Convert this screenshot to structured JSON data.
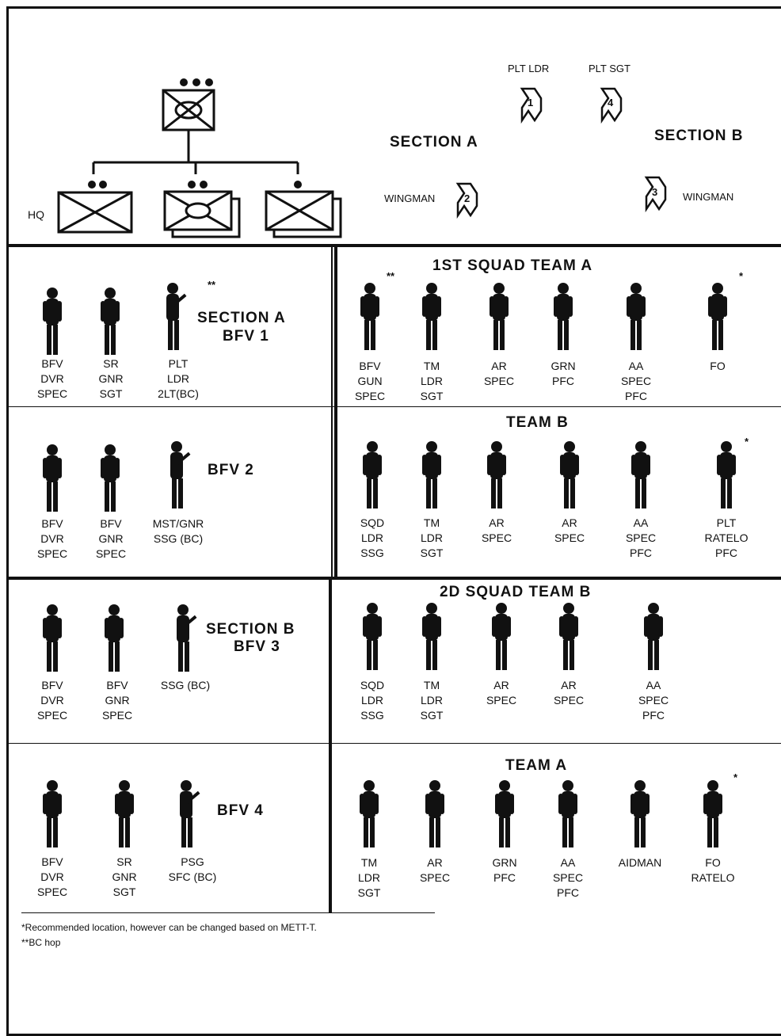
{
  "org": {
    "hq_label": "HQ",
    "plt_ldr": "PLT LDR",
    "plt_sgt": "PLT SGT",
    "section_a": "SECTION A",
    "section_b": "SECTION B",
    "wingman_left": "WINGMAN",
    "wingman_right": "WINGMAN",
    "vehicles": [
      "1",
      "4",
      "2",
      "3"
    ]
  },
  "sections": {
    "bfv1": {
      "title1": "SECTION A",
      "title2": "BFV 1",
      "mark": "**",
      "crew": [
        [
          "BFV",
          "DVR",
          "SPEC"
        ],
        [
          "SR",
          "GNR",
          "SGT"
        ],
        [
          "PLT",
          "LDR",
          "2LT(BC)"
        ]
      ]
    },
    "bfv2": {
      "title": "BFV 2",
      "crew": [
        [
          "BFV",
          "DVR",
          "SPEC"
        ],
        [
          "BFV",
          "GNR",
          "SPEC"
        ],
        [
          "MST/GNR",
          "SSG (BC)"
        ]
      ]
    },
    "bfv3": {
      "title1": "SECTION B",
      "title2": "BFV 3",
      "crew": [
        [
          "BFV",
          "DVR",
          "SPEC"
        ],
        [
          "BFV",
          "GNR",
          "SPEC"
        ],
        [
          "SSG (BC)"
        ]
      ]
    },
    "bfv4": {
      "title": "BFV 4",
      "crew": [
        [
          "BFV",
          "DVR",
          "SPEC"
        ],
        [
          "SR",
          "GNR",
          "SGT"
        ],
        [
          "PSG",
          "SFC (BC)"
        ]
      ]
    }
  },
  "squads": {
    "s1a": {
      "title": "1ST SQUAD   TEAM A",
      "mark_left": "**",
      "mark_right": "*",
      "members": [
        [
          "BFV",
          "GUN",
          "SPEC"
        ],
        [
          "TM",
          "LDR",
          "SGT"
        ],
        [
          "AR",
          "SPEC"
        ],
        [
          "GRN",
          "PFC"
        ],
        [
          "AA",
          "SPEC",
          "PFC"
        ],
        [
          "FO"
        ]
      ]
    },
    "s1b": {
      "title": "TEAM B",
      "mark_right": "*",
      "members": [
        [
          "SQD",
          "LDR",
          "SSG"
        ],
        [
          "TM",
          "LDR",
          "SGT"
        ],
        [
          "AR",
          "SPEC"
        ],
        [
          "AR",
          "SPEC"
        ],
        [
          "AA",
          "SPEC",
          "PFC"
        ],
        [
          "PLT",
          "RATELO",
          "PFC"
        ]
      ]
    },
    "s2b": {
      "title": "2D SQUAD   TEAM B",
      "members": [
        [
          "SQD",
          "LDR",
          "SSG"
        ],
        [
          "TM",
          "LDR",
          "SGT"
        ],
        [
          "AR",
          "SPEC"
        ],
        [
          "AR",
          "SPEC"
        ],
        [
          "AA",
          "SPEC",
          "PFC"
        ]
      ]
    },
    "s2a": {
      "title": "TEAM A",
      "mark_right": "*",
      "members": [
        [
          "TM",
          "LDR",
          "SGT"
        ],
        [
          "AR",
          "SPEC"
        ],
        [
          "GRN",
          "PFC"
        ],
        [
          "AA",
          "SPEC",
          "PFC"
        ],
        [
          "AIDMAN"
        ],
        [
          "FO",
          "RATELO"
        ]
      ]
    }
  },
  "footnotes": {
    "note1": "*Recommended location, however can be changed based on METT-T.",
    "note2": "**BC hop"
  }
}
